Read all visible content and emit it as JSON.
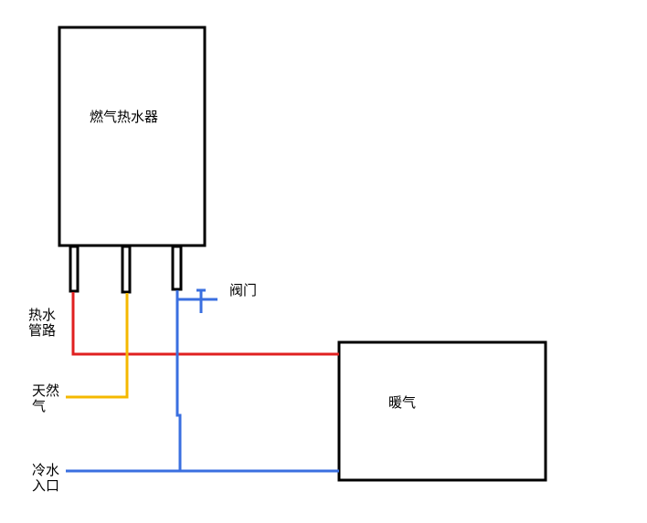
{
  "labels": {
    "heater": "燃气热水器",
    "valve": "阀门",
    "hot_pipe": [
      "热水",
      "管路"
    ],
    "gas": [
      "天然",
      "气"
    ],
    "cold_inlet": [
      "冷水",
      "入口"
    ],
    "radiator": "暖气"
  },
  "colors": {
    "hot_water": "#e02020",
    "gas": "#f5b800",
    "cold_water": "#3a6fe0",
    "outline": "#000000"
  }
}
